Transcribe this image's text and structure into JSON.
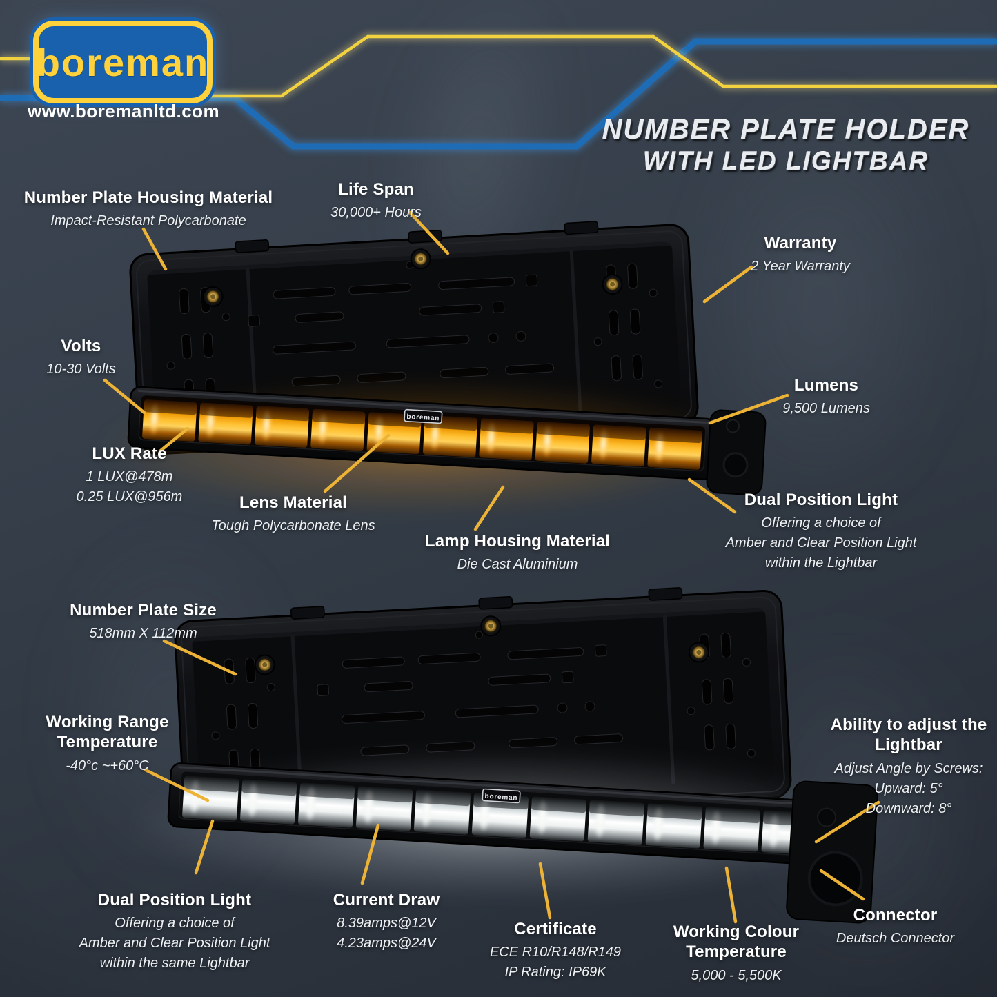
{
  "brand": {
    "logo_text": "boreman",
    "website": "www.boremanltd.com"
  },
  "title": {
    "line1": "NUMBER PLATE HOLDER",
    "line2": "WITH LED LIGHTBAR"
  },
  "products": {
    "top": {
      "badge_label": "boreman",
      "led_color_name": "amber"
    },
    "bottom": {
      "badge_label": "boreman",
      "led_color_name": "white"
    }
  },
  "colors": {
    "background": "#353e49",
    "callout_line": "#edb337",
    "accent_yellow": "#f2d23e",
    "accent_blue": "#1e6db6",
    "logo_blue": "#1a61ad",
    "logo_yellow": "#ffd23c",
    "amber_led": "#ffb92e",
    "white_led": "#ffffff"
  },
  "callouts": [
    {
      "id": "number-plate-housing-material",
      "title": "Number Plate Housing Material",
      "lines": [
        "Impact-Resistant Polycarbonate"
      ]
    },
    {
      "id": "life-span",
      "title": "Life Span",
      "lines": [
        "30,000+ Hours"
      ]
    },
    {
      "id": "warranty",
      "title": "Warranty",
      "lines": [
        "2 Year Warranty"
      ]
    },
    {
      "id": "volts",
      "title": "Volts",
      "lines": [
        "10-30 Volts"
      ]
    },
    {
      "id": "lumens",
      "title": "Lumens",
      "lines": [
        "9,500 Lumens"
      ]
    },
    {
      "id": "lux-rate",
      "title": "LUX Rate",
      "lines": [
        "1 LUX@478m",
        "0.25 LUX@956m"
      ]
    },
    {
      "id": "lens-material",
      "title": "Lens Material",
      "lines": [
        "Tough Polycarbonate Lens"
      ]
    },
    {
      "id": "lamp-housing-material",
      "title": "Lamp Housing Material",
      "lines": [
        "Die Cast Aluminium"
      ]
    },
    {
      "id": "dual-position-light-top",
      "title": "Dual Position Light",
      "lines": [
        "Offering a choice of",
        "Amber and Clear Position Light",
        "within the Lightbar"
      ]
    },
    {
      "id": "number-plate-size",
      "title": "Number Plate Size",
      "lines": [
        "518mm X 112mm"
      ]
    },
    {
      "id": "working-range-temperature",
      "title": "Working Range Temperature",
      "lines": [
        "-40°c ~+60°C"
      ]
    },
    {
      "id": "ability-to-adjust-the-lightbar",
      "title": "Ability to adjust the Lightbar",
      "lines": [
        "Adjust Angle by Screws:",
        "Upward: 5°",
        "Downward: 8°"
      ]
    },
    {
      "id": "dual-position-light-bottom",
      "title": "Dual Position Light",
      "lines": [
        "Offering a choice of",
        "Amber and Clear Position Light",
        "within the same Lightbar"
      ]
    },
    {
      "id": "current-draw",
      "title": "Current Draw",
      "lines": [
        "8.39amps@12V",
        "4.23amps@24V"
      ]
    },
    {
      "id": "certificate",
      "title": "Certificate",
      "lines": [
        "ECE R10/R148/R149",
        "IP Rating: IP69K"
      ]
    },
    {
      "id": "working-colour-temperature",
      "title": "Working Colour Temperature",
      "lines": [
        "5,000 - 5,500K"
      ]
    },
    {
      "id": "connector",
      "title": "Connector",
      "lines": [
        "Deutsch Connector"
      ]
    }
  ]
}
